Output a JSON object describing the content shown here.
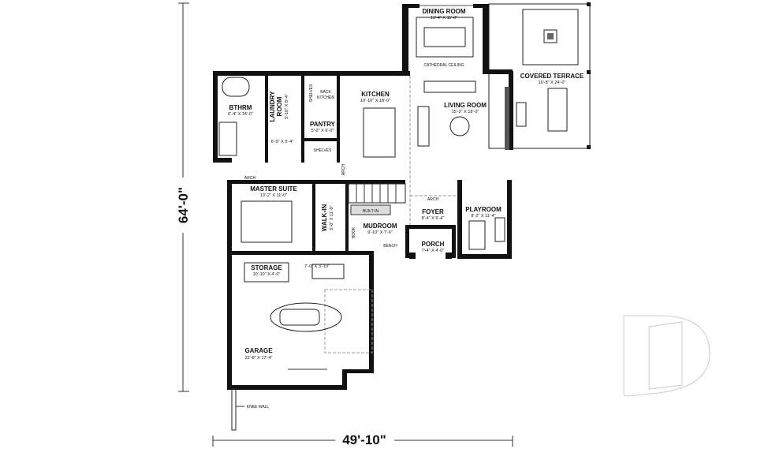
{
  "dimensions": {
    "depth": "64'-0\"",
    "width": "49'-10\""
  },
  "rooms": {
    "dining": {
      "name": "DINING ROOM",
      "size": "13'-4\" X 11'-0\"",
      "note": "CATHEDRAL CEILING"
    },
    "terrace": {
      "name": "COVERED TERRACE",
      "size": "16'-8\" X 24'-0\""
    },
    "living": {
      "name": "LIVING ROOM",
      "size": "15'-2\" X 18'-0\""
    },
    "kitchen": {
      "name": "KITCHEN",
      "size": "10'-10\" X 18'-0\""
    },
    "back_kitchen": {
      "line1": "BACK",
      "line2": "KITCHEN"
    },
    "pantry": {
      "name": "PANTRY",
      "size": "5'-2\" X 6'-0\""
    },
    "bathroom": {
      "name": "BTHRM",
      "size": "6'-4\" X 14'-0\""
    },
    "laundry": {
      "line1": "LAUNDRY",
      "line2": "ROOM",
      "size": "5'-10\" X 8'-4\""
    },
    "hall_wc": {
      "size": "6'-9\" X 5'-4\""
    },
    "master": {
      "name": "MASTER SUITE",
      "size": "13'-2\" X 11'-0\""
    },
    "walkin": {
      "name": "WALK-IN",
      "size": "5'-0\" X 11'-0\""
    },
    "mudroom": {
      "name": "MUDROOM",
      "size": "9'-10\" X 7'-6\""
    },
    "foyer": {
      "name": "FOYER",
      "size": "8'-4\" X 5'-4\""
    },
    "porch": {
      "name": "PORCH",
      "size": "7'-4\" X 4'-0\""
    },
    "playroom": {
      "name": "PLAYROOM",
      "size": "8'-2\" X 11'-4\""
    },
    "storage": {
      "name": "STORAGE",
      "size": "10'-10\" X 4'-0\""
    },
    "closet": {
      "size": "7'-0\" X 3'-10\""
    },
    "garage": {
      "name": "GARAGE",
      "size": "22'-8\" X 17'-4\""
    }
  },
  "labels": {
    "shelves": "SHELVES",
    "arch": "ARCH",
    "built_in": "BUILT-IN",
    "hook": "HOOK",
    "bench": "BENCH",
    "knee_wall": "KNEE WALL"
  },
  "watermark": "D"
}
